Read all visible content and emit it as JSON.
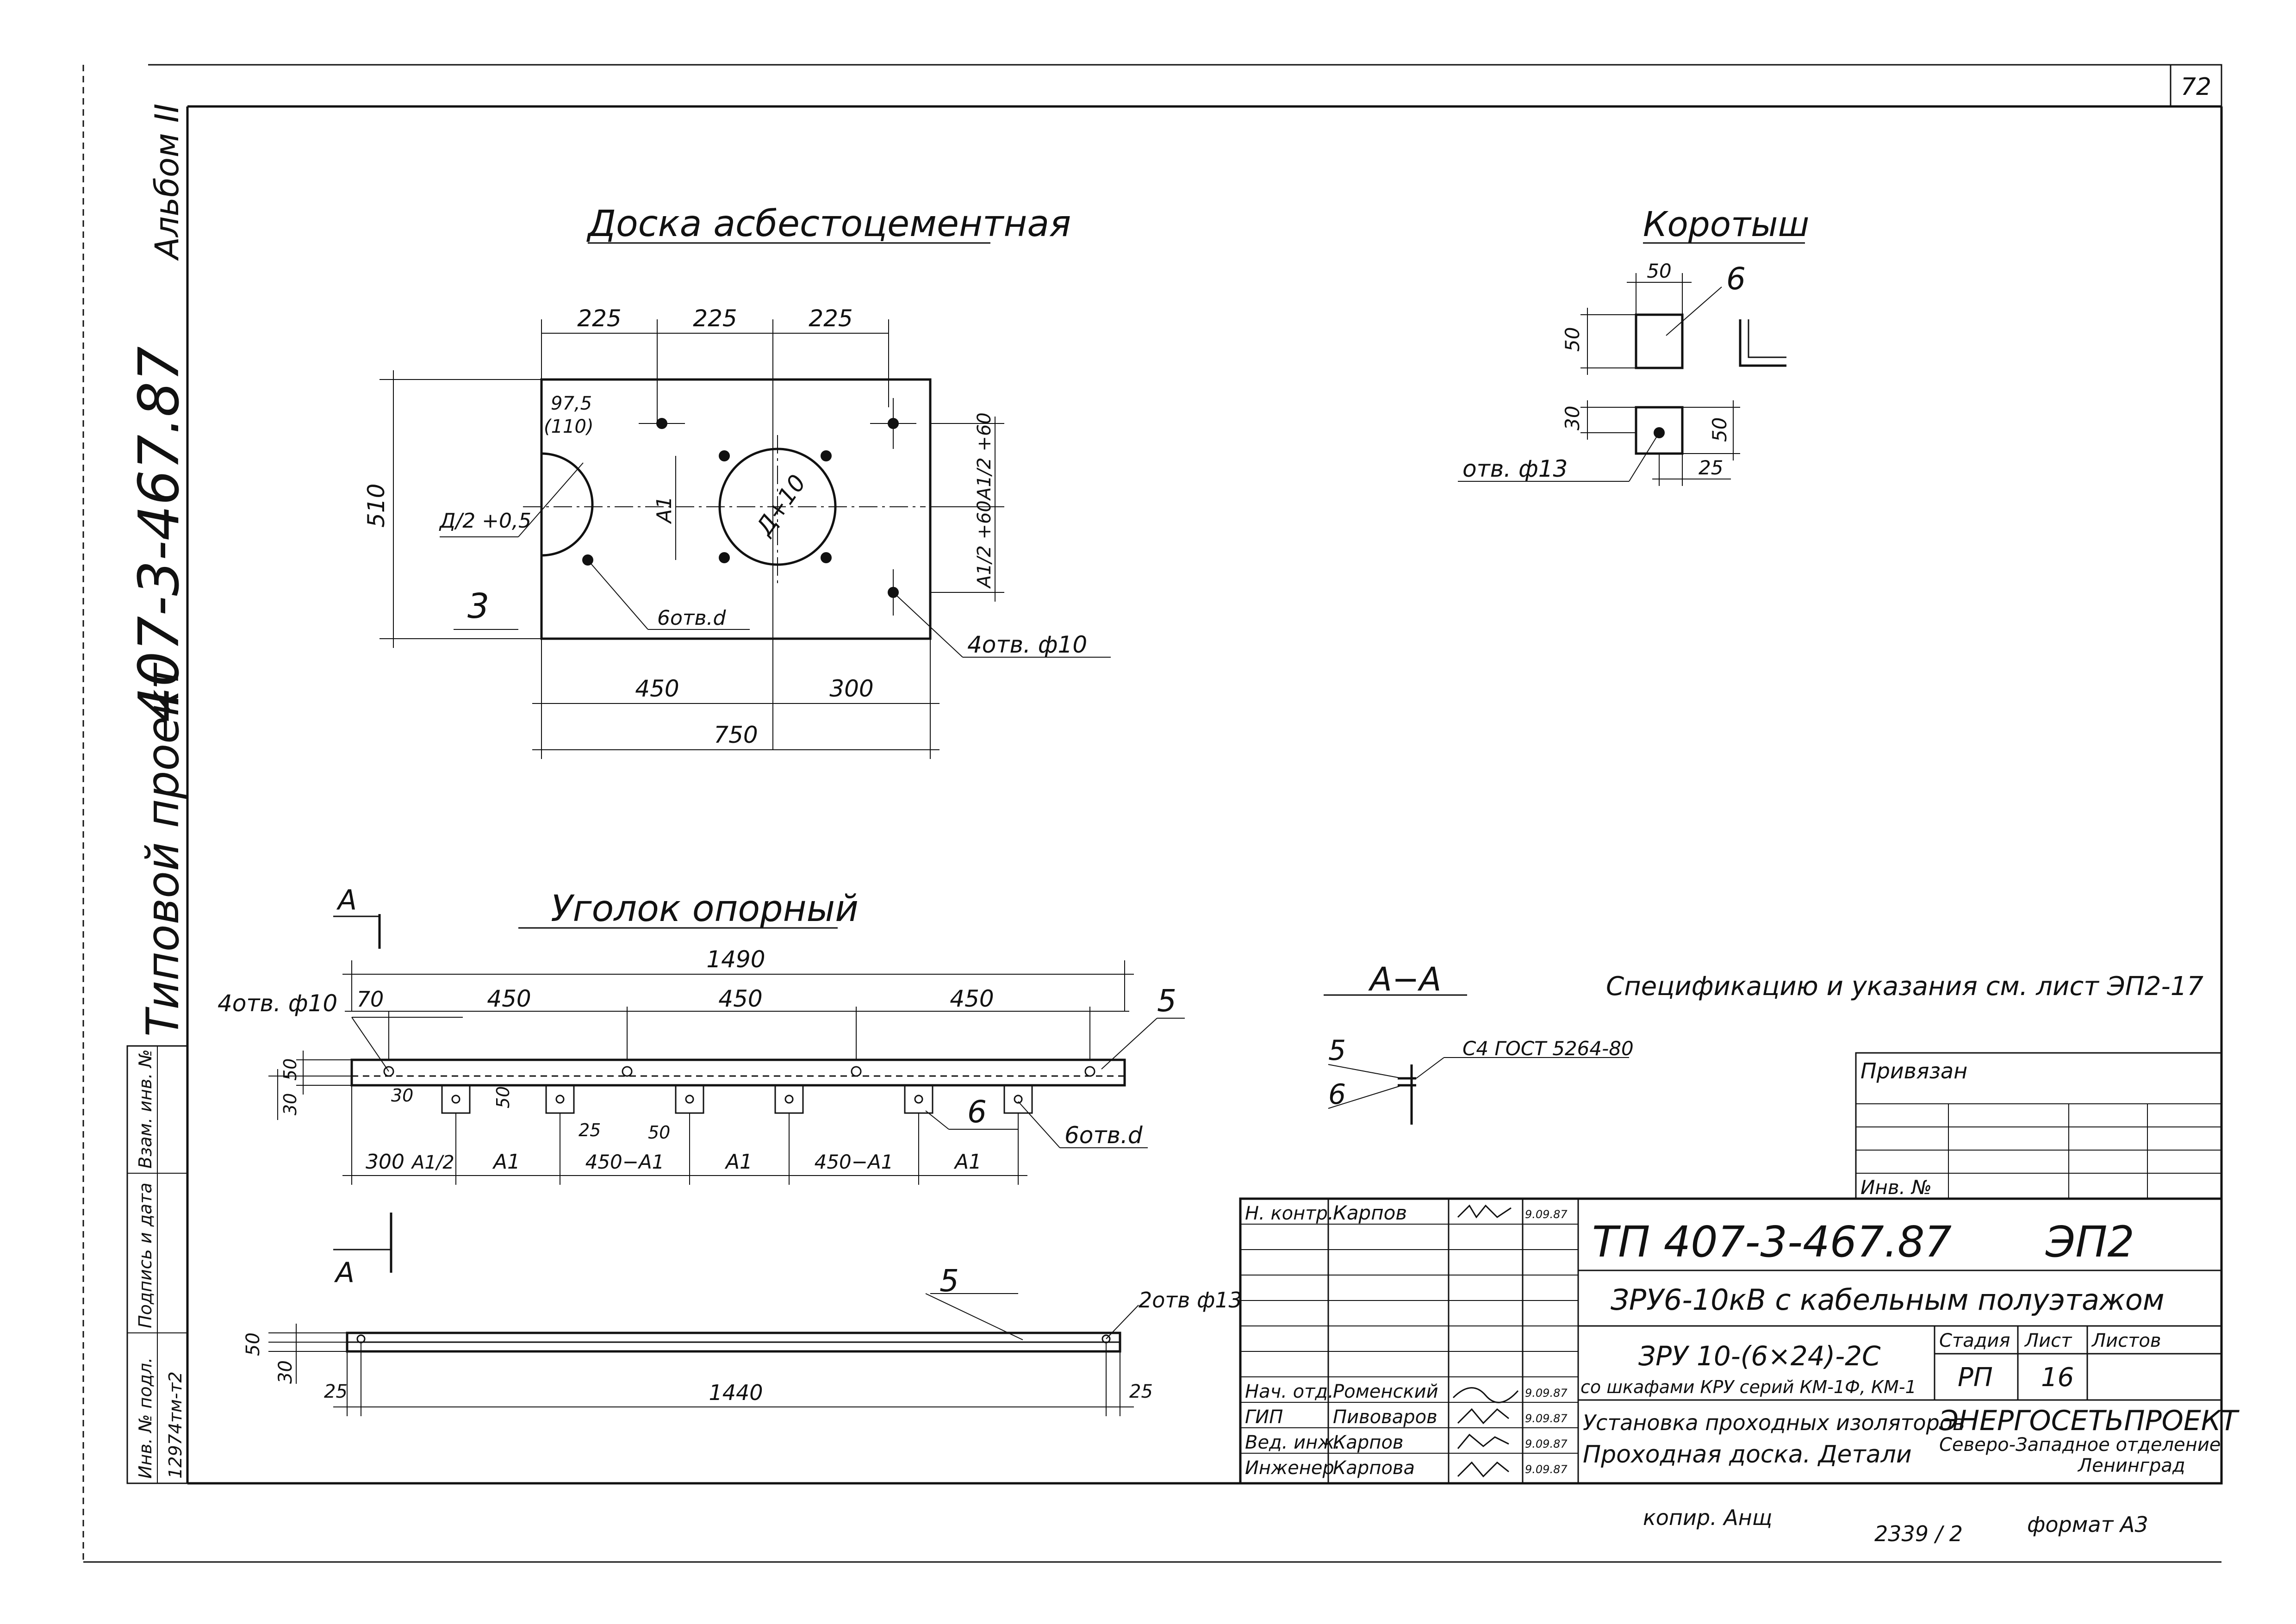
{
  "sheet": {
    "sheet_number": "72",
    "album": "Альбом II",
    "project_vertical": "407-3-467.87",
    "project_type": "Типовой проект",
    "side_stamp": [
      "Инв. № подл.",
      "Подпись и дата",
      "Взам. инв. №"
    ],
    "inv_value": "12974тм-т2",
    "copied": "копир. Анщ",
    "order_no": "2339 / 2",
    "format": "формат А3"
  },
  "board": {
    "title": "Доска асбестоцементная",
    "dims_top": [
      "225",
      "225",
      "225"
    ],
    "dim_975": "97,5",
    "dim_110": "(110)",
    "height": "510",
    "half_d": "Д/2 +0,5",
    "a1": "А1",
    "d10": "Д+10",
    "a1_60_top": "А1/2 +60",
    "a1_60_mid": "А1/2 +60",
    "item3": "3",
    "holes_d": "6отв.d",
    "holes_10": "4отв. ф10",
    "dims_bottom": [
      "450",
      "300"
    ],
    "total": "750"
  },
  "stub": {
    "title": "Коротыш",
    "w50": "50",
    "item6": "6",
    "h50": "50",
    "d30": "30",
    "d50r": "50",
    "d25": "25",
    "hole": "отв. ф13"
  },
  "angle": {
    "title": "Уголок опорный",
    "section_mark": "А",
    "total": "1490",
    "dims_top": [
      "70",
      "450",
      "450",
      "450"
    ],
    "holes_10": "4отв. ф10",
    "item5": "5",
    "d50": "50",
    "d30": "30",
    "d30b": "30",
    "d50b": "50",
    "d25": "25",
    "d50c": "50",
    "item6": "6",
    "holes_d": "6отв.d",
    "dims_bottom": [
      "300",
      "А1/2",
      "А1",
      "450−А1",
      "А1",
      "450−А1",
      "А1"
    ]
  },
  "angle2": {
    "section_mark": "А",
    "item5": "5",
    "holes_13": "2отв ф13",
    "d50": "50",
    "d30": "30",
    "d25l": "25",
    "length": "1440",
    "d25r": "25"
  },
  "section": {
    "title": "А−А",
    "item5": "5",
    "item6": "6",
    "weld": "С4 ГОСТ 5264-80"
  },
  "note": "Спецификацию и указания см. лист ЭП2-17",
  "binding": {
    "label": "Привязан",
    "inv": "Инв. №"
  },
  "title_block": {
    "code": "ТП    407-3-467.87",
    "doc": "ЭП2",
    "object": "ЗРУ6-10кВ с кабельным полуэтажом",
    "variant_1": "ЗРУ 10-(6×24)-2С",
    "variant_2": "со шкафами КРУ серий КМ-1Ф, КМ-1",
    "subject_1": "Установка проходных изоляторов",
    "subject_2": "Проходная доска.  Детали",
    "stage_h": "Стадия",
    "sheet_h": "Лист",
    "sheets_h": "Листов",
    "stage": "РП",
    "sheet": "16",
    "sheets": "",
    "org": "ЭНЕРГОСЕТЬПРОЕКТ",
    "org_2": "Северо-Западное отделение",
    "org_3": "Ленинград",
    "people": [
      {
        "role": "Н. контр.",
        "name": "Карпов",
        "date": "9.09.87"
      },
      {
        "role": "Нач. отд.",
        "name": "Роменский",
        "date": "9.09.87"
      },
      {
        "role": "ГИП",
        "name": "Пивоваров",
        "date": "9.09.87"
      },
      {
        "role": "Вед. инж.",
        "name": "Карпов",
        "date": "9.09.87"
      },
      {
        "role": "Инженер",
        "name": "Карпова",
        "date": "9.09.87"
      }
    ]
  }
}
